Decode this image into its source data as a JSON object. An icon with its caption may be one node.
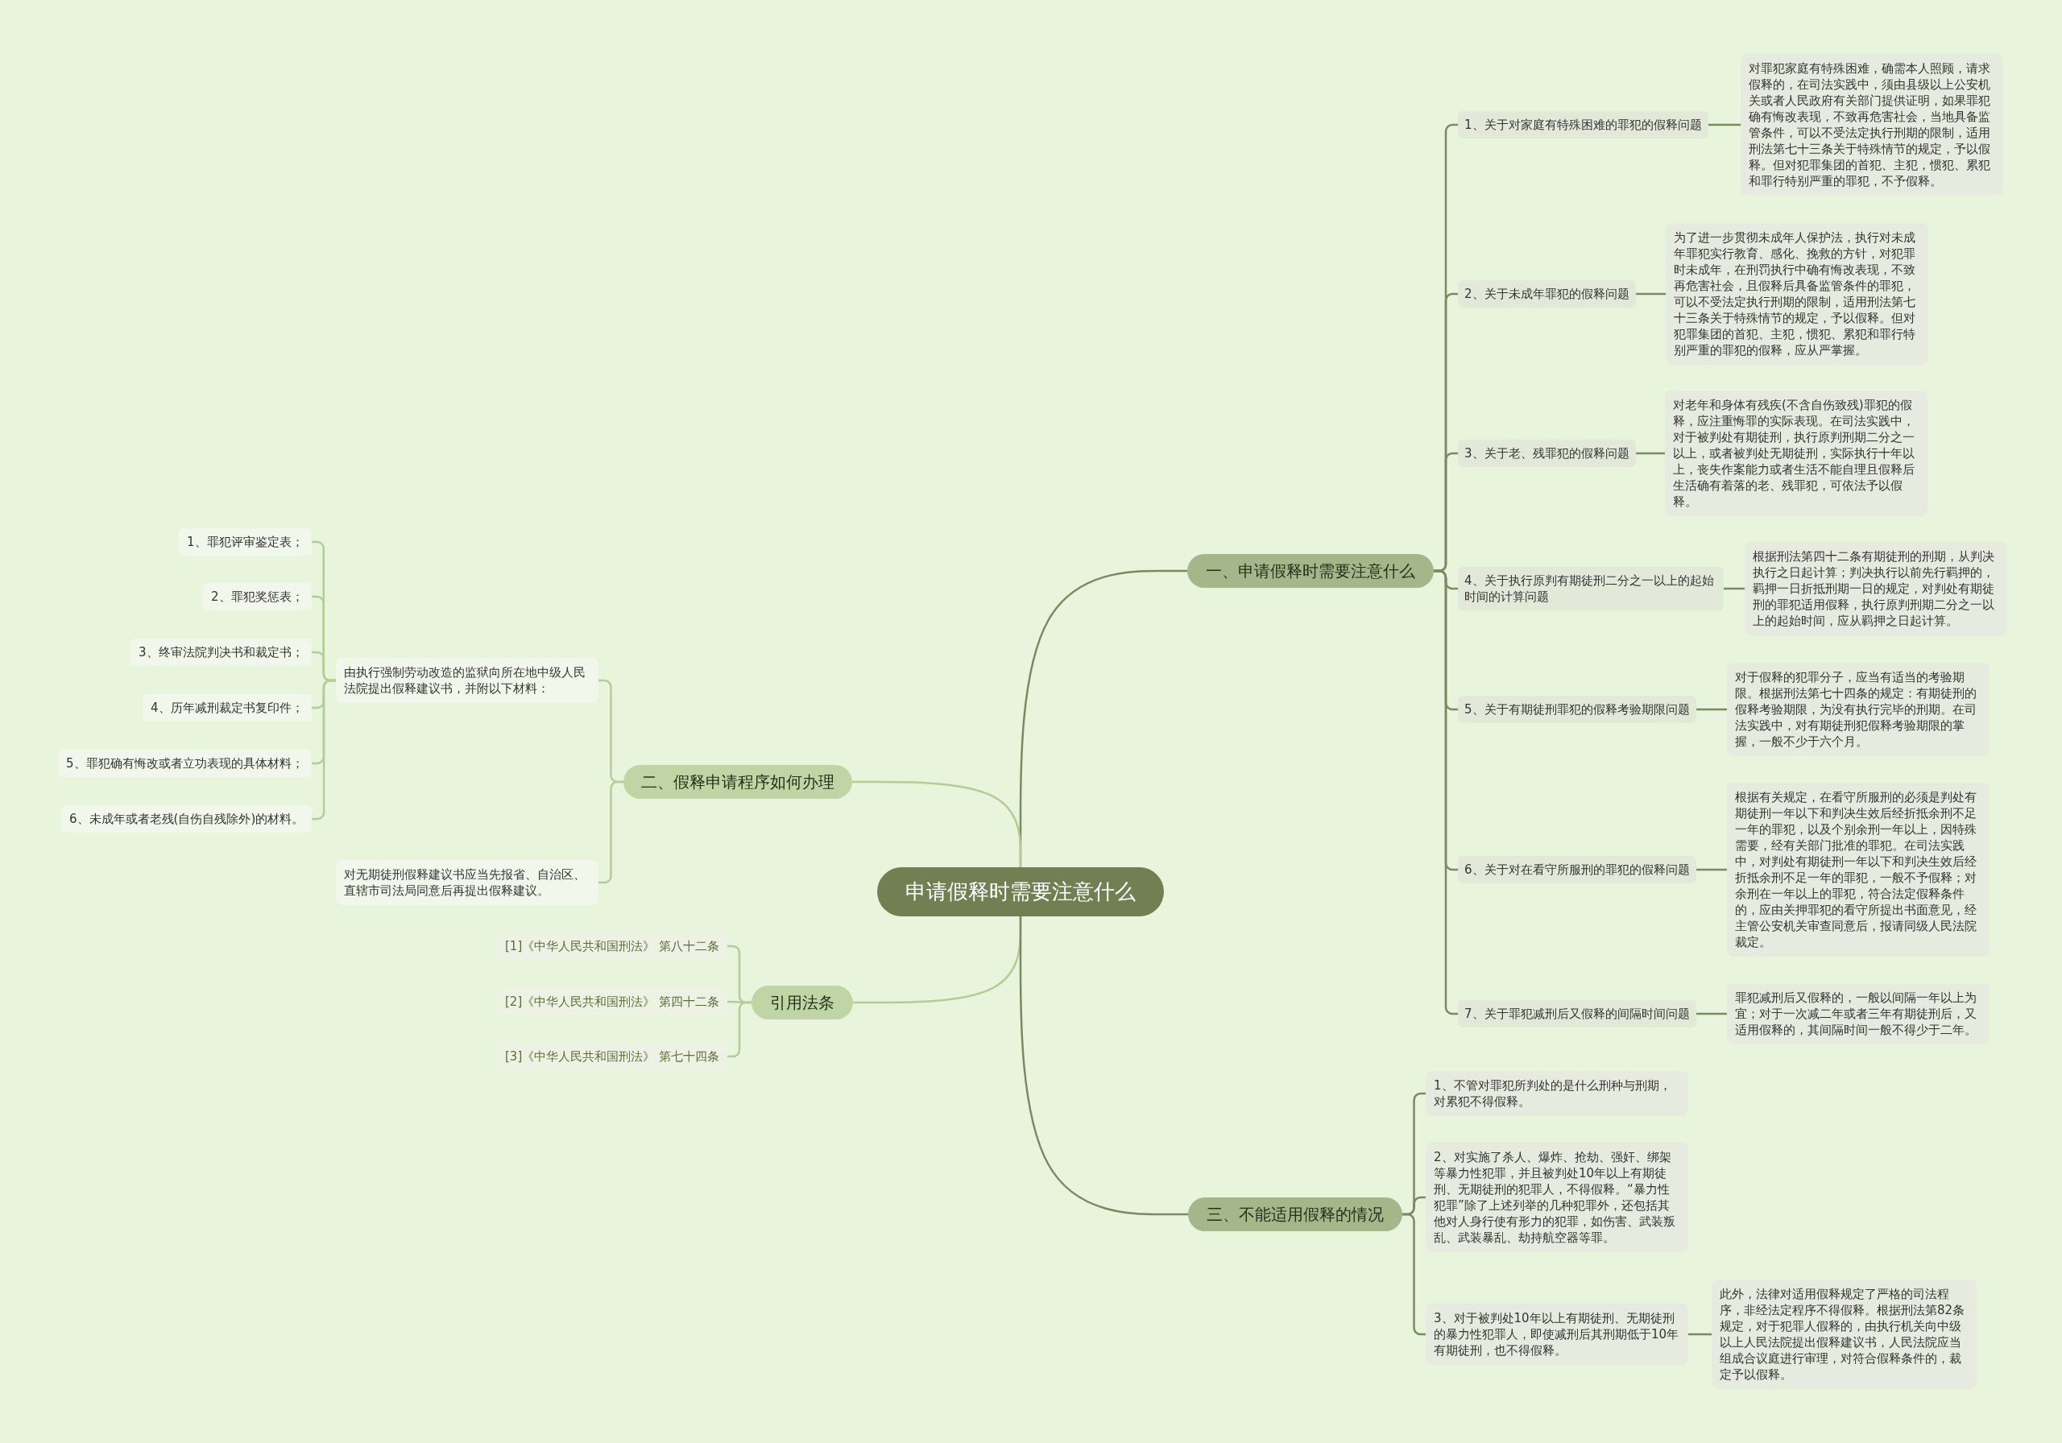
{
  "diagram": {
    "nodes": [
      {
        "text": [
          "申请假释时需要注意什么"
        ]
      },
      {
        "text": [
          "一、申请假释时需要注意什么"
        ]
      },
      {
        "text": [
          "1、关于对家庭有特殊困难的罪犯的假释问题"
        ]
      },
      {
        "text": [
          "对罪犯家庭有特殊困难，确需本人照顾，请求假释的，在司法实践中，须由县级以上公安机关或者人民政府有关部门提供证明，如果罪犯确有悔改表现，不致再危害社会，当地具备监管条件，可以不受法定执行刑期的限制，适用刑法第七十三条关于特殊情节的规定，予以假释。但对犯罪集团的首犯、主犯，惯犯、累犯和罪行特别严重的罪犯，不予假释。"
        ]
      },
      {
        "text": [
          "2、关于未成年罪犯的假释问题"
        ]
      },
      {
        "text": [
          "为了进一步贯彻未成年人保护法，执行对未成年罪犯实行教育、感化、挽救的方针，对犯罪时未成年，在刑罚执行中确有悔改表现，不致再危害社会，且假释后具备监管条件的罪犯，可以不受法定执行刑期的限制，适用刑法第七十三条关于特殊情节的规定，予以假释。但对犯罪集团的首犯、主犯，惯犯、累犯和罪行特别严重的罪犯的假释，应从严掌握。"
        ]
      },
      {
        "text": [
          "3、关于老、残罪犯的假释问题"
        ]
      },
      {
        "text": [
          "对老年和身体有残疾(不含自伤致残)罪犯的假释，应注重悔罪的实际表现。在司法实践中，对于被判处有期徒刑，执行原判刑期二分之一以上，或者被判处无期徒刑，实际执行十年以上，丧失作案能力或者生活不能自理且假释后生活确有着落的老、残罪犯，可依法予以假释。"
        ]
      },
      {
        "text": [
          "4、关于执行原判有期徒刑二分之一以上的起始时间的计算问题"
        ]
      },
      {
        "text": [
          "根据刑法第四十二条有期徒刑的刑期，从判决执行之日起计算；判决执行以前先行羁押的，羁押一日折抵刑期一日的规定，对判处有期徒刑的罪犯适用假释，执行原判刑期二分之一以上的起始时间，应从羁押之日起计算。"
        ]
      },
      {
        "text": [
          "5、关于有期徒刑罪犯的假释考验期限问题"
        ]
      },
      {
        "text": [
          "对于假释的犯罪分子，应当有适当的考验期限。根据刑法第七十四条的规定：有期徒刑的假释考验期限，为没有执行完毕的刑期。在司法实践中，对有期徒刑犯假释考验期限的掌握，一般不少于六个月。"
        ]
      },
      {
        "text": [
          "6、关于对在看守所服刑的罪犯的假释问题"
        ]
      },
      {
        "text": [
          "根据有关规定，在看守所服刑的必须是判处有期徒刑一年以下和判决生效后经折抵余刑不足一年的罪犯，以及个别余刑一年以上，因特殊需要，经有关部门批准的罪犯。在司法实践中，对判处有期徒刑一年以下和判决生效后经折抵余刑不足一年的罪犯，一般不予假释；对余刑在一年以上的罪犯，符合法定假释条件的，应由关押罪犯的看守所提出书面意见，经主管公安机关审查同意后，报请同级人民法院裁定。"
        ]
      },
      {
        "text": [
          "7、关于罪犯减刑后又假释的间隔时间问题"
        ]
      },
      {
        "text": [
          "罪犯减刑后又假释的，一般以间隔一年以上为宜；对于一次减二年或者三年有期徒刑后，又适用假释的，其间隔时间一般不得少于二年。"
        ]
      },
      {
        "text": [
          "二、假释申请程序如何办理"
        ]
      },
      {
        "text": [
          "由执行强制劳动改造的监狱向所在地中级人民法院提出假释建议书，并附以下材料："
        ]
      },
      {
        "text": [
          "1、罪犯评审鉴定表；"
        ]
      },
      {
        "text": [
          "2、罪犯奖惩表；"
        ]
      },
      {
        "text": [
          "3、终审法院判决书和裁定书；"
        ]
      },
      {
        "text": [
          "4、历年减刑裁定书复印件；"
        ]
      },
      {
        "text": [
          "5、罪犯确有悔改或者立功表现的具体材料；"
        ]
      },
      {
        "text": [
          "6、未成年或者老残(自伤自残除外)的材料。"
        ]
      },
      {
        "text": [
          "对无期徒刑假释建议书应当先报省、自治区、直辖市司法局同意后再提出假释建议。"
        ]
      },
      {
        "text": [
          "引用法条"
        ]
      },
      {
        "text": [
          "[1]《中华人民共和国刑法》 第八十二条"
        ]
      },
      {
        "text": [
          "[2]《中华人民共和国刑法》 第四十二条"
        ]
      },
      {
        "text": [
          "[3]《中华人民共和国刑法》 第七十四条"
        ]
      },
      {
        "text": [
          "三、不能适用假释的情况"
        ]
      },
      {
        "text": [
          "1、不管对罪犯所判处的是什么刑种与刑期，对累犯不得假释。"
        ]
      },
      {
        "text": [
          "2、对实施了杀人、爆炸、抢劫、强奸、绑架等暴力性犯罪，并且被判处10年以上有期徒刑、无期徒刑的犯罪人，不得假释。“暴力性犯罪”除了上述列举的几种犯罪外，还包括其他对人身行使有形力的犯罪，如伤害、武装叛乱、武装暴乱、劫持航空器等罪。"
        ]
      },
      {
        "text": [
          "3、对于被判处10年以上有期徒刑、无期徒刑的暴力性犯罪人，即使减刑后其刑期低于10年有期徒刑，也不得假释。"
        ]
      },
      {
        "text": [
          "此外，法律对适用假释规定了严格的司法程序，非经法定程序不得假释。根据刑法第82条规定，对于犯罪人假释的，由执行机关向中级以上人民法院提出假释建议书，人民法院应当组成合议庭进行审理，对符合假释条件的，裁定予以假释。"
        ]
      }
    ],
    "edges": [
      {
        "from": 0,
        "to": 1,
        "arrow": "none"
      },
      {
        "from": 1,
        "to": 2,
        "arrow": "none"
      },
      {
        "from": 2,
        "to": 3,
        "arrow": "none"
      },
      {
        "from": 1,
        "to": 4,
        "arrow": "none"
      },
      {
        "from": 4,
        "to": 5,
        "arrow": "none"
      },
      {
        "from": 1,
        "to": 6,
        "arrow": "none"
      },
      {
        "from": 6,
        "to": 7,
        "arrow": "none"
      },
      {
        "from": 1,
        "to": 8,
        "arrow": "none"
      },
      {
        "from": 8,
        "to": 9,
        "arrow": "none"
      },
      {
        "from": 1,
        "to": 10,
        "arrow": "none"
      },
      {
        "from": 10,
        "to": 11,
        "arrow": "none"
      },
      {
        "from": 1,
        "to": 12,
        "arrow": "none"
      },
      {
        "from": 12,
        "to": 13,
        "arrow": "none"
      },
      {
        "from": 1,
        "to": 14,
        "arrow": "none"
      },
      {
        "from": 14,
        "to": 15,
        "arrow": "none"
      },
      {
        "from": 0,
        "to": 16,
        "arrow": "none",
        "color": "#b5cc98"
      },
      {
        "from": 16,
        "to": 17,
        "arrow": "none",
        "color": "#b5cc98"
      },
      {
        "from": 17,
        "to": 18,
        "arrow": "none",
        "color": "#b5cc98"
      },
      {
        "from": 17,
        "to": 19,
        "arrow": "none",
        "color": "#b5cc98"
      },
      {
        "from": 17,
        "to": 20,
        "arrow": "none",
        "color": "#b5cc98"
      },
      {
        "from": 17,
        "to": 21,
        "arrow": "none",
        "color": "#b5cc98"
      },
      {
        "from": 17,
        "to": 22,
        "arrow": "none",
        "color": "#b5cc98"
      },
      {
        "from": 17,
        "to": 23,
        "arrow": "none",
        "color": "#b5cc98"
      },
      {
        "from": 16,
        "to": 24,
        "arrow": "none",
        "color": "#b5cc98"
      },
      {
        "from": 0,
        "to": 25,
        "arrow": "none",
        "color": "#b5cc98"
      },
      {
        "from": 25,
        "to": 26,
        "arrow": "none",
        "color": "#b5cc98"
      },
      {
        "from": 25,
        "to": 27,
        "arrow": "none",
        "color": "#b5cc98"
      },
      {
        "from": 25,
        "to": 28,
        "arrow": "none",
        "color": "#b5cc98"
      },
      {
        "from": 0,
        "to": 29,
        "arrow": "none"
      },
      {
        "from": 29,
        "to": 30,
        "arrow": "none"
      },
      {
        "from": 29,
        "to": 31,
        "arrow": "none"
      },
      {
        "from": 29,
        "to": 32,
        "arrow": "none"
      },
      {
        "from": 32,
        "to": 33,
        "arrow": "none"
      }
    ]
  }
}
